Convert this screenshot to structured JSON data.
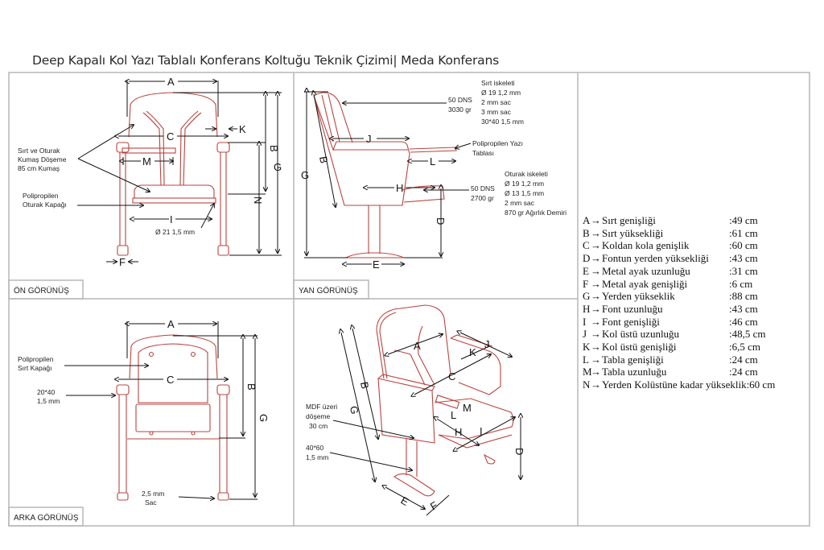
{
  "title": "Deep Kapalı Kol Yazı Tablalı Konferans Koltuğu Teknik Çizimi| Meda Konferans",
  "colors": {
    "part_line": "#b9443f",
    "dimension_line": "#111111",
    "frame": "#b7b7b7"
  },
  "views": {
    "front": {
      "label": "ÖN GÖRÜNÜŞ",
      "notes": {
        "fabric_1": "Sırt ve Oturak",
        "fabric_2": "Kumaş Döşeme",
        "fabric_3": "85 cm Kumaş",
        "seat_cover_1": "Polipropilen",
        "seat_cover_2": "Oturak Kapağı",
        "tube": "Ø 21 1,5 mm"
      },
      "dims": {
        "A": "A",
        "B": "B",
        "C": "C",
        "G": "G",
        "I": "I",
        "K": "K",
        "M": "M",
        "N": "N",
        "F": "F"
      }
    },
    "side": {
      "label": "YAN GÖRÜNÜŞ",
      "notes": {
        "back_frame_title": "Sırt iskeleti",
        "back_frame_1": "Ø 19 1,2 mm",
        "back_frame_2": "2 mm sac",
        "back_frame_3": "3 mm sac",
        "back_frame_4": "30*40 1,5 mm",
        "back_foam_1": "50 DNS",
        "back_foam_2": "3030 gr",
        "tablet_1": "Polipropilen Yazı",
        "tablet_2": "Tablası",
        "seat_frame_title": "Oturak iskeleti",
        "seat_frame_1": "Ø 19 1,2 mm",
        "seat_frame_2": "Ø 13 1,5 mm",
        "seat_frame_3": "2 mm sac",
        "seat_frame_4": "870 gr Ağırlık Demiri",
        "seat_foam_1": "50 DNS",
        "seat_foam_2": "2700 gr"
      },
      "dims": {
        "B": "B",
        "G": "G",
        "J": "J",
        "L": "L",
        "H": "H",
        "D": "D",
        "E": "E"
      }
    },
    "back": {
      "label": "ARKA GÖRÜNÜŞ",
      "notes": {
        "back_cover_1": "Polipropilen",
        "back_cover_2": "Sırt Kapağı",
        "profile_1": "20*40",
        "profile_2": "1,5 mm",
        "sheet_1": "2,5 mm",
        "sheet_2": "Sac"
      },
      "dims": {
        "A": "A",
        "B": "B",
        "C": "C",
        "G": "G"
      }
    },
    "iso": {
      "notes": {
        "mdf_1": "MDF üzeri",
        "mdf_2": "döşeme",
        "mdf_3": "30 cm",
        "leg_1": "40*60",
        "leg_2": "1,5 mm"
      },
      "dims": {
        "A": "A",
        "B": "B",
        "C": "C",
        "G": "G",
        "K": "K",
        "J": "J",
        "M": "M",
        "L": "L",
        "H": "H",
        "I": "I",
        "D": "D",
        "E": "E",
        "F": "F"
      }
    }
  },
  "specs": [
    {
      "key": "A",
      "name": "Sırt genişliği",
      "value": ":49 cm"
    },
    {
      "key": "B",
      "name": "Sırt yüksekliği",
      "value": ":61 cm"
    },
    {
      "key": "C",
      "name": "Koldan kola genişlik",
      "value": ":60 cm"
    },
    {
      "key": "D",
      "name": "Fontun yerden yüksekliği",
      "value": ":43 cm"
    },
    {
      "key": "E",
      "name": "Metal ayak uzunluğu",
      "value": ":31 cm"
    },
    {
      "key": "F",
      "name": "Metal ayak genişliği",
      "value": ":6 cm"
    },
    {
      "key": "G",
      "name": "Yerden yükseklik",
      "value": ":88 cm"
    },
    {
      "key": "H",
      "name": "Font uzunluğu",
      "value": ":43 cm"
    },
    {
      "key": "I",
      "name": "Font genişliği",
      "value": ":46 cm"
    },
    {
      "key": "J",
      "name": "Kol üstü uzunluğu",
      "value": ":48,5 cm"
    },
    {
      "key": "K",
      "name": "Kol üstü genişliği",
      "value": ":6,5 cm"
    },
    {
      "key": "L",
      "name": "Tabla genişliği",
      "value": ":24 cm"
    },
    {
      "key": "M",
      "name": "Tabla uzunluğu",
      "value": ":24 cm"
    },
    {
      "key": "N",
      "name": "Yerden Kolüstüne kadar yükseklik:60 cm",
      "value": ""
    }
  ],
  "arrow_glyph": "→"
}
